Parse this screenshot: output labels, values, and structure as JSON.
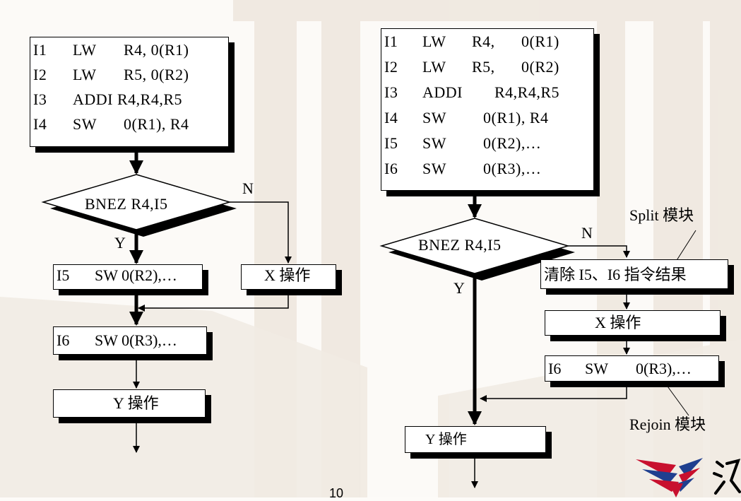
{
  "left": {
    "block_code": [
      [
        "I1",
        "LW",
        "R4, 0(R1)"
      ],
      [
        "I2",
        "LW",
        "R5, 0(R2)"
      ],
      [
        "I3",
        "ADDI R4,R4,R5",
        ""
      ],
      [
        "I4",
        "SW",
        "0(R1), R4"
      ]
    ],
    "branch": "BNEZ R4,I5",
    "yes_label": "Y",
    "no_label": "N",
    "i5_box": [
      "I5",
      "SW 0(R2),…"
    ],
    "x_box": "X 操作",
    "i6_box": [
      "I6",
      "SW 0(R3),…"
    ],
    "y_box": "Y 操作"
  },
  "right": {
    "block_code": [
      [
        "I1",
        "LW",
        "R4,",
        "0(R1)"
      ],
      [
        "I2",
        "LW",
        "R5,",
        "0(R2)"
      ],
      [
        "I3",
        "ADDI",
        "R4,R4,R5",
        ""
      ],
      [
        "I4",
        "SW",
        "0(R1), R4",
        ""
      ],
      [
        "I5",
        "SW",
        "0(R2),…",
        ""
      ],
      [
        "I6",
        "SW",
        "0(R3),…",
        ""
      ]
    ],
    "branch": "BNEZ R4,I5",
    "yes_label": "Y",
    "no_label": "N",
    "split_label": "Split 模块",
    "clear_box": "清除 I5、I6 指令结果",
    "x_box": "X 操作",
    "i6_box": [
      "I6",
      "SW",
      "0(R3),…"
    ],
    "rejoin_label": "Rejoin 模块",
    "y_box": "Y 操作"
  },
  "page_number": "10"
}
